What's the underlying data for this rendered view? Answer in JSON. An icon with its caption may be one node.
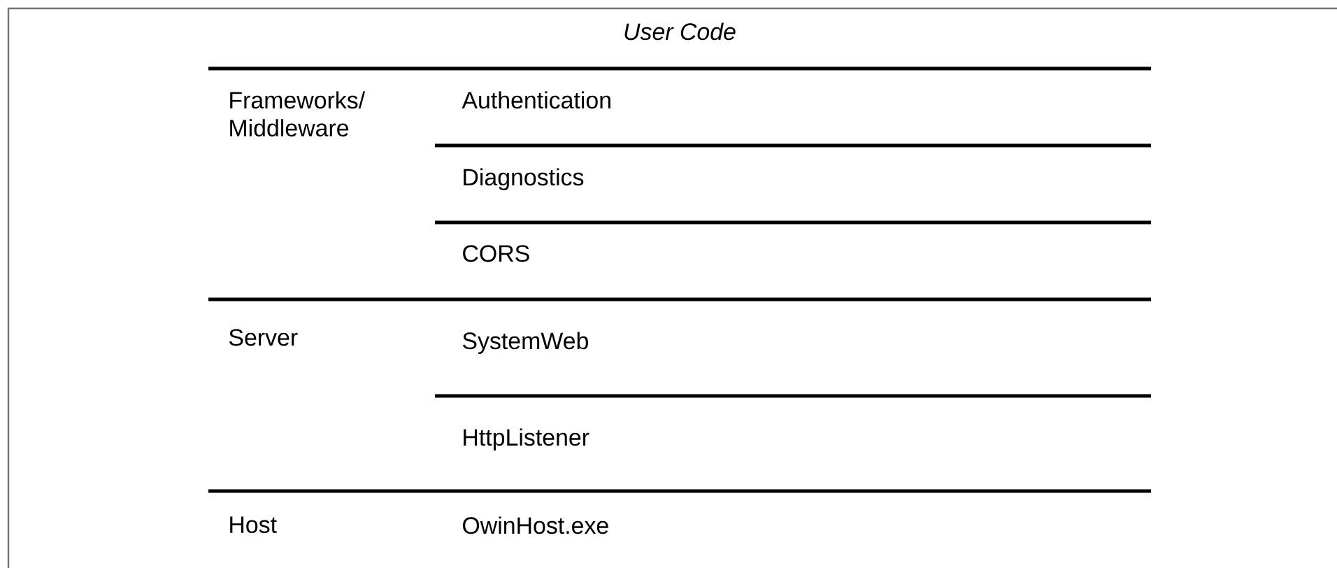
{
  "diagram": {
    "labels": [
      "User Code",
      "Frameworks/ Middleware",
      "Authentication",
      "Diagnostics",
      "CORS",
      "Server",
      "SystemWeb",
      "HttpListener",
      "Host",
      "OwinHost.exe"
    ]
  }
}
